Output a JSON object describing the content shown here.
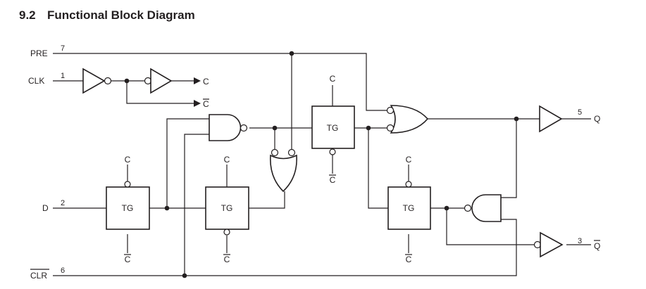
{
  "section": {
    "number": "9.2",
    "title": "Functional Block Diagram"
  },
  "signals": {
    "pre": "PRE",
    "clk": "CLK",
    "d": "D",
    "clr": "CLR",
    "q": "Q",
    "qbar": "Q",
    "c": "C",
    "cbar": "C"
  },
  "pins": {
    "pre": "7",
    "clk": "1",
    "d": "2",
    "clr": "6",
    "q": "5",
    "qbar": "3"
  },
  "blocks": {
    "tg": "TG"
  }
}
